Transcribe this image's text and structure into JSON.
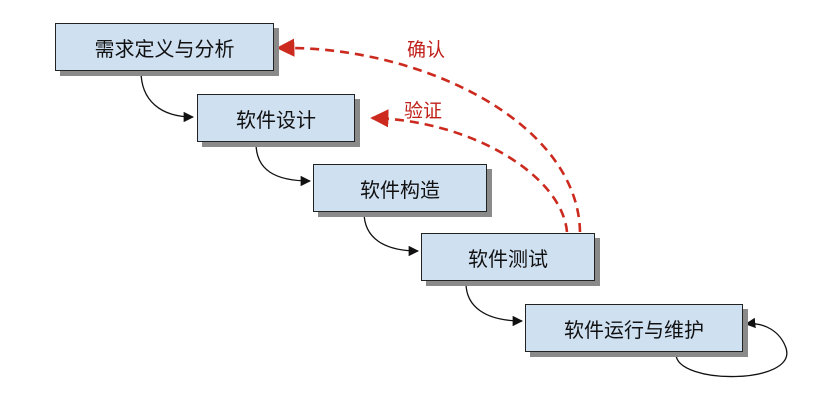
{
  "stages": [
    {
      "id": "requirements",
      "label": "需求定义与分析"
    },
    {
      "id": "design",
      "label": "软件设计"
    },
    {
      "id": "construction",
      "label": "软件构造"
    },
    {
      "id": "testing",
      "label": "软件测试"
    },
    {
      "id": "maintenance",
      "label": "软件运行与维护"
    }
  ],
  "feedback": {
    "confirm_label": "确认",
    "verify_label": "验证"
  },
  "colors": {
    "box_fill": "#cfe0f1",
    "box_border": "#222222",
    "shadow": "#8a8a8a",
    "flow_arrow": "#111111",
    "feedback_arrow": "#cc2a1e"
  }
}
